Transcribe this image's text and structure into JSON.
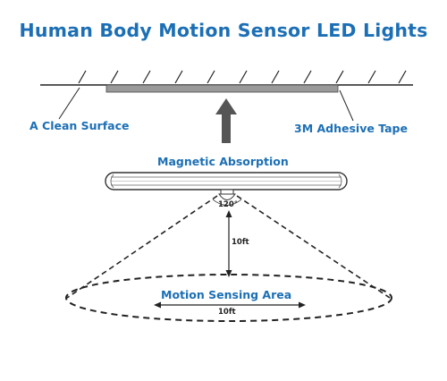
{
  "title": "Human Body Motion Sensor LED Lights",
  "labels": {
    "clean_surface": "A Clean Surface",
    "adhesive_tape": "3M  Adhesive Tape",
    "magnetic_absorption": "Magnetic  Absorption",
    "sensing_area": "Motion Sensing Area"
  },
  "dimensions": {
    "angle": "120°",
    "height": "10ft",
    "width": "10ft"
  },
  "colors": {
    "label_blue": "#1c6fb5",
    "line": "#222222",
    "arrow": "#555555",
    "tape": "#9a9a9a"
  }
}
